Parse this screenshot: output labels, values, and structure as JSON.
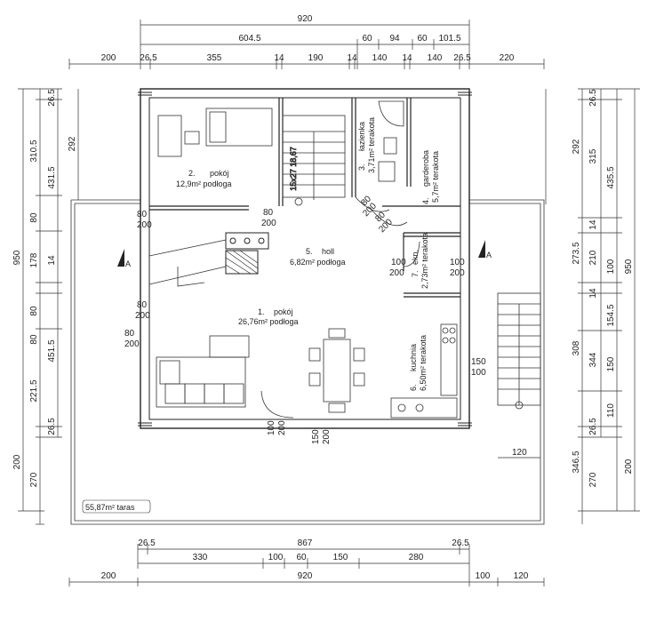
{
  "dimensions": {
    "top": [
      {
        "text": "920"
      },
      {
        "text": "604.5"
      },
      {
        "text": "60"
      },
      {
        "text": "94"
      },
      {
        "text": "60"
      },
      {
        "text": "101.5"
      },
      {
        "text": "200"
      },
      {
        "text": "26.5"
      },
      {
        "text": "355"
      },
      {
        "text": "14"
      },
      {
        "text": "190"
      },
      {
        "text": "14"
      },
      {
        "text": "140"
      },
      {
        "text": "14"
      },
      {
        "text": "140"
      },
      {
        "text": "26.5"
      },
      {
        "text": "220"
      }
    ],
    "bottom": [
      {
        "text": "26.5"
      },
      {
        "text": "867"
      },
      {
        "text": "26.5"
      },
      {
        "text": "330"
      },
      {
        "text": "100"
      },
      {
        "text": "60"
      },
      {
        "text": "150"
      },
      {
        "text": "280"
      },
      {
        "text": "200"
      },
      {
        "text": "920"
      },
      {
        "text": "100"
      },
      {
        "text": "120"
      }
    ],
    "left": [
      {
        "text": "26.5"
      },
      {
        "text": "310.5"
      },
      {
        "text": "431.5"
      },
      {
        "text": "80"
      },
      {
        "text": "178"
      },
      {
        "text": "14"
      },
      {
        "text": "80"
      },
      {
        "text": "80"
      },
      {
        "text": "451.5"
      },
      {
        "text": "221.5"
      },
      {
        "text": "26.5"
      },
      {
        "text": "950"
      },
      {
        "text": "200"
      },
      {
        "text": "270"
      }
    ],
    "right": [
      {
        "text": "26.5"
      },
      {
        "text": "292"
      },
      {
        "text": "315"
      },
      {
        "text": "435.5"
      },
      {
        "text": "273.5"
      },
      {
        "text": "14"
      },
      {
        "text": "210"
      },
      {
        "text": "100"
      },
      {
        "text": "950"
      },
      {
        "text": "14"
      },
      {
        "text": "154.5"
      },
      {
        "text": "308"
      },
      {
        "text": "344"
      },
      {
        "text": "150"
      },
      {
        "text": "26.5"
      },
      {
        "text": "110"
      },
      {
        "text": "346.5"
      },
      {
        "text": "270"
      },
      {
        "text": "200"
      }
    ],
    "left_inner": [
      {
        "text": "292"
      }
    ]
  },
  "rooms": [
    {
      "number": "1.",
      "name": "pokój",
      "area": "26,76m² podłoga"
    },
    {
      "number": "2.",
      "name": "pokój",
      "area": "12,9m² podłoga"
    },
    {
      "number": "3.",
      "name": "łazienka",
      "area": "3,71m² terakota"
    },
    {
      "number": "4.",
      "name": "garderoba",
      "area": "5,7m² terakota"
    },
    {
      "number": "5.",
      "name": "holl",
      "area": "6,82m² podłoga"
    },
    {
      "number": "6.",
      "name": "kuchnia",
      "area": "6,50m² terakota"
    },
    {
      "number": "7.",
      "name": "ekn.",
      "area": "2,73m² terakota"
    }
  ],
  "doors": [
    {
      "w": "80",
      "h": "200"
    },
    {
      "w": "80",
      "h": "200"
    },
    {
      "w": "80",
      "h": "200"
    },
    {
      "w": "80",
      "h": "200"
    },
    {
      "w": "80",
      "h": "200"
    },
    {
      "w": "80",
      "h": "200"
    },
    {
      "w": "100",
      "h": "200"
    },
    {
      "w": "100",
      "h": "200"
    },
    {
      "w": "100",
      "h": "200"
    },
    {
      "w": "150",
      "h": "200"
    },
    {
      "w": "150",
      "h": "100"
    },
    {
      "w": "120",
      "h": ""
    }
  ],
  "stairs_label": "15x27 18,67",
  "terrace_label": "55,87m² taras",
  "section_marks": [
    {
      "letter": "A"
    },
    {
      "letter": "A"
    }
  ],
  "colors": {
    "line": "#222222",
    "background": "#ffffff"
  }
}
